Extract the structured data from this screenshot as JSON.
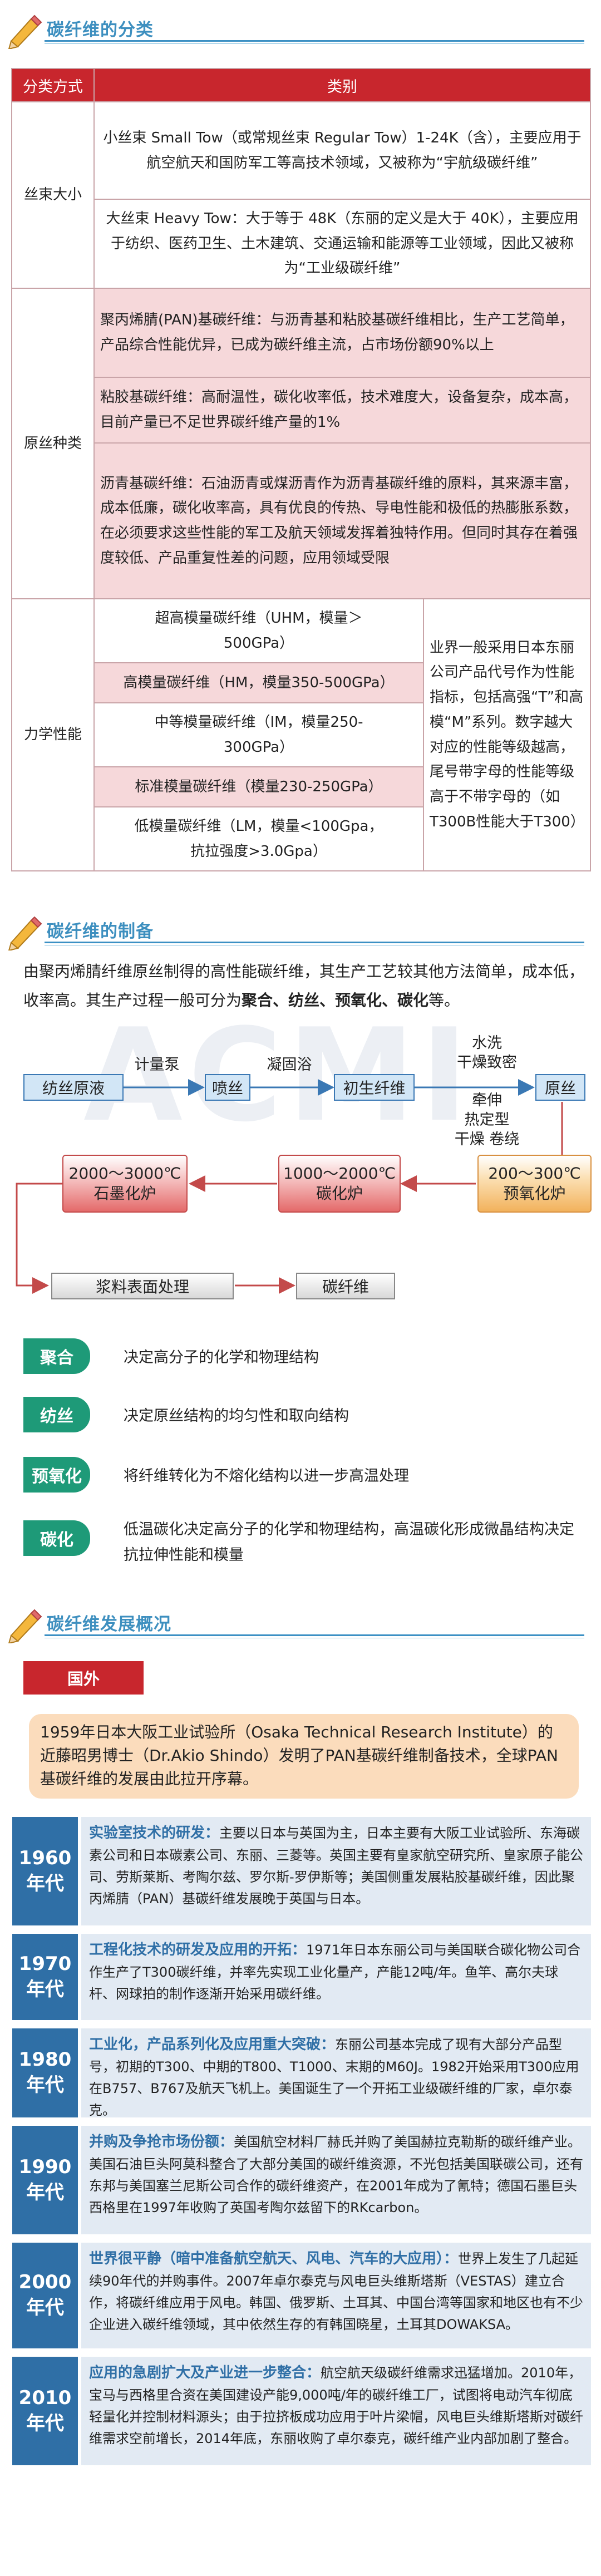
{
  "section1": {
    "title": "碳纤维的分类"
  },
  "table": {
    "headers": [
      "分类方式",
      "类别"
    ],
    "size": {
      "category": "丝束大小",
      "rows": [
        "小丝束 Small Tow（或常规丝束 Regular Tow）1-24K（含），主要应用于航空航天和国防军工等高技术领域，又被称为“宇航级碳纤维”",
        "大丝束 Heavy Tow：大于等于 48K（东丽的定义是大于 40K），主要应用于纺织、医药卫生、土木建筑、交通运输和能源等工业领域，因此又被称为“工业级碳纤维”"
      ]
    },
    "material": {
      "category": "原丝种类",
      "rows": [
        "聚丙烯腈(PAN)基碳纤维：与沥青基和粘胶基碳纤维相比，生产工艺简单，产品综合性能优异，已成为碳纤维主流，占市场份额90%以上",
        "粘胶基碳纤维：高耐温性，碳化收率低，技术难度大，设备复杂，成本高，目前产量已不足世界碳纤维产量的1%",
        "沥青基碳纤维：石油沥青或煤沥青作为沥青基碳纤维的原料，其来源丰富，成本低廉，碳化收率高，具有优良的传热、导电性能和极低的热膨胀系数，在必须要求这些性能的军工及航天领域发挥着独特作用。但同时其存在着强度较低、产品重复性差的问题，应用领域受限"
      ]
    },
    "mechanical": {
      "category": "力学性能",
      "rows": [
        "超高模量碳纤维（UHM，模量＞500GPa）",
        "高模量碳纤维（HM，模量350-500GPa）",
        "中等模量碳纤维（IM，模量250-300GPa）",
        "标准模量碳纤维（模量230-250GPa）",
        "低模量碳纤维（LM，模量<100Gpa，抗拉强度>3.0Gpa）"
      ],
      "note": "业界一般采用日本东丽公司产品代号作为性能指标，包括高强“T”和高模“M”系列。数字越大对应的性能等级越高，尾号带字母的性能等级高于不带字母的（如T300B性能大于T300）"
    }
  },
  "section2": {
    "title": "碳纤维的制备"
  },
  "intro": {
    "text": "由聚丙烯腈纤维原丝制得的高性能碳纤维，其生产工艺较其他方法简单，成本低，收率高。其生产过程一般可分为",
    "bold": "聚合、纺丝、预氧化、碳化",
    "end": "等。"
  },
  "flow": {
    "boxes": [
      "纺丝原液",
      "喷丝",
      "初生纤维",
      "原丝",
      "浆料表面处理",
      "碳纤维"
    ],
    "furnaces": [
      "2000～3000℃\n石墨化炉",
      "1000～2000℃\n碳化炉",
      "200～300℃\n预氧化炉"
    ],
    "labels": {
      "meter": "计量泵",
      "coagulate": "凝固浴",
      "wash": "水洗\n干燥致密",
      "stretch": "牵伸\n热定型\n干燥 卷绕"
    }
  },
  "steps": [
    {
      "name": "聚合",
      "desc": "决定高分子的化学和物理结构"
    },
    {
      "name": "纺丝",
      "desc": "决定原丝结构的均匀性和取向结构"
    },
    {
      "name": "预氧化",
      "desc": "将纤维转化为不熔化结构以进一步高温处理"
    },
    {
      "name": "碳化",
      "desc": "低温碳化决定高分子的化学和物理结构，高温碳化形成微晶结构决定抗拉伸性能和模量"
    }
  ],
  "section3": {
    "title": "碳纤维发展概况"
  },
  "foreign": "国外",
  "origin": "1959年日本大阪工业试验所（Osaka Technical Research Institute）的近藤昭男博士（Dr.Akio Shindo）发明了PAN基碳纤维制备技术，全球PAN基碳纤维的发展由此拉开序幕。",
  "eras": [
    {
      "year": "1960",
      "unit": "年代",
      "head": "实验室技术的研发：",
      "text": "主要以日本与英国为主，日本主要有大阪工业试验所、东海碳素公司和日本碳素公司、东丽、三菱等。英国主要有皇家航空研究所、皇家原子能公司、劳斯莱斯、考陶尔兹、罗尔斯-罗伊斯等；美国侧重发展粘胶基碳纤维，因此聚丙烯腈（PAN）基碳纤维发展晚于英国与日本。"
    },
    {
      "year": "1970",
      "unit": "年代",
      "head": "工程化技术的研发及应用的开拓：",
      "text": "1971年日本东丽公司与美国联合碳化物公司合作生产了T300碳纤维，并率先实现工业化量产，产能12吨/年。鱼竿、高尔夫球杆、网球拍的制作逐渐开始采用碳纤维。"
    },
    {
      "year": "1980",
      "unit": "年代",
      "head": "工业化，产品系列化及应用重大突破：",
      "text": "东丽公司基本完成了现有大部分产品型号，初期的T300、中期的T800、T1000、末期的M60J。1982开始采用T300应用在B757、B767及航天飞机上。美国诞生了一个开拓工业级碳纤维的厂家，卓尔泰克。"
    },
    {
      "year": "1990",
      "unit": "年代",
      "head": "并购及争抢市场份额：",
      "text": "美国航空材料厂赫氏并购了美国赫拉克勒斯的碳纤维产业。美国石油巨头阿莫科整合了大部分美国的碳纤维资源，不光包括美国联碳公司，还有东邦与美国塞兰尼斯公司合作的碳纤维资产，在2001年成为了氰特；德国石墨巨头西格里在1997年收购了英国考陶尔兹留下的RKcarbon。"
    },
    {
      "year": "2000",
      "unit": "年代",
      "head": "世界很平静（暗中准备航空航天、风电、汽车的大应用）：",
      "text": "世界上发生了几起延续90年代的并购事件。2007年卓尔泰克与风电巨头维斯塔斯（VESTAS）建立合作，将碳纤维应用于风电。韩国、俄罗斯、土耳其、中国台湾等国家和地区也有不少企业进入碳纤维领域，其中依然生存的有韩国晓星，土耳其DOWAKSA。"
    },
    {
      "year": "2010",
      "unit": "年代",
      "head": "应用的急剧扩大及产业进一步整合：",
      "text": "航空航天级碳纤维需求迅猛增加。2010年，宝马与西格里合资在美国建设产能9,000吨/年的碳纤维工厂，试图将电动汽车彻底轻量化并控制材料源头；由于拉挤板成功应用于叶片梁帽，风电巨头维斯塔斯对碳纤维需求空前增长，2014年底，东丽收购了卓尔泰克，碳纤维产业内部加剧了整合。"
    }
  ],
  "watermark": "ACMI"
}
